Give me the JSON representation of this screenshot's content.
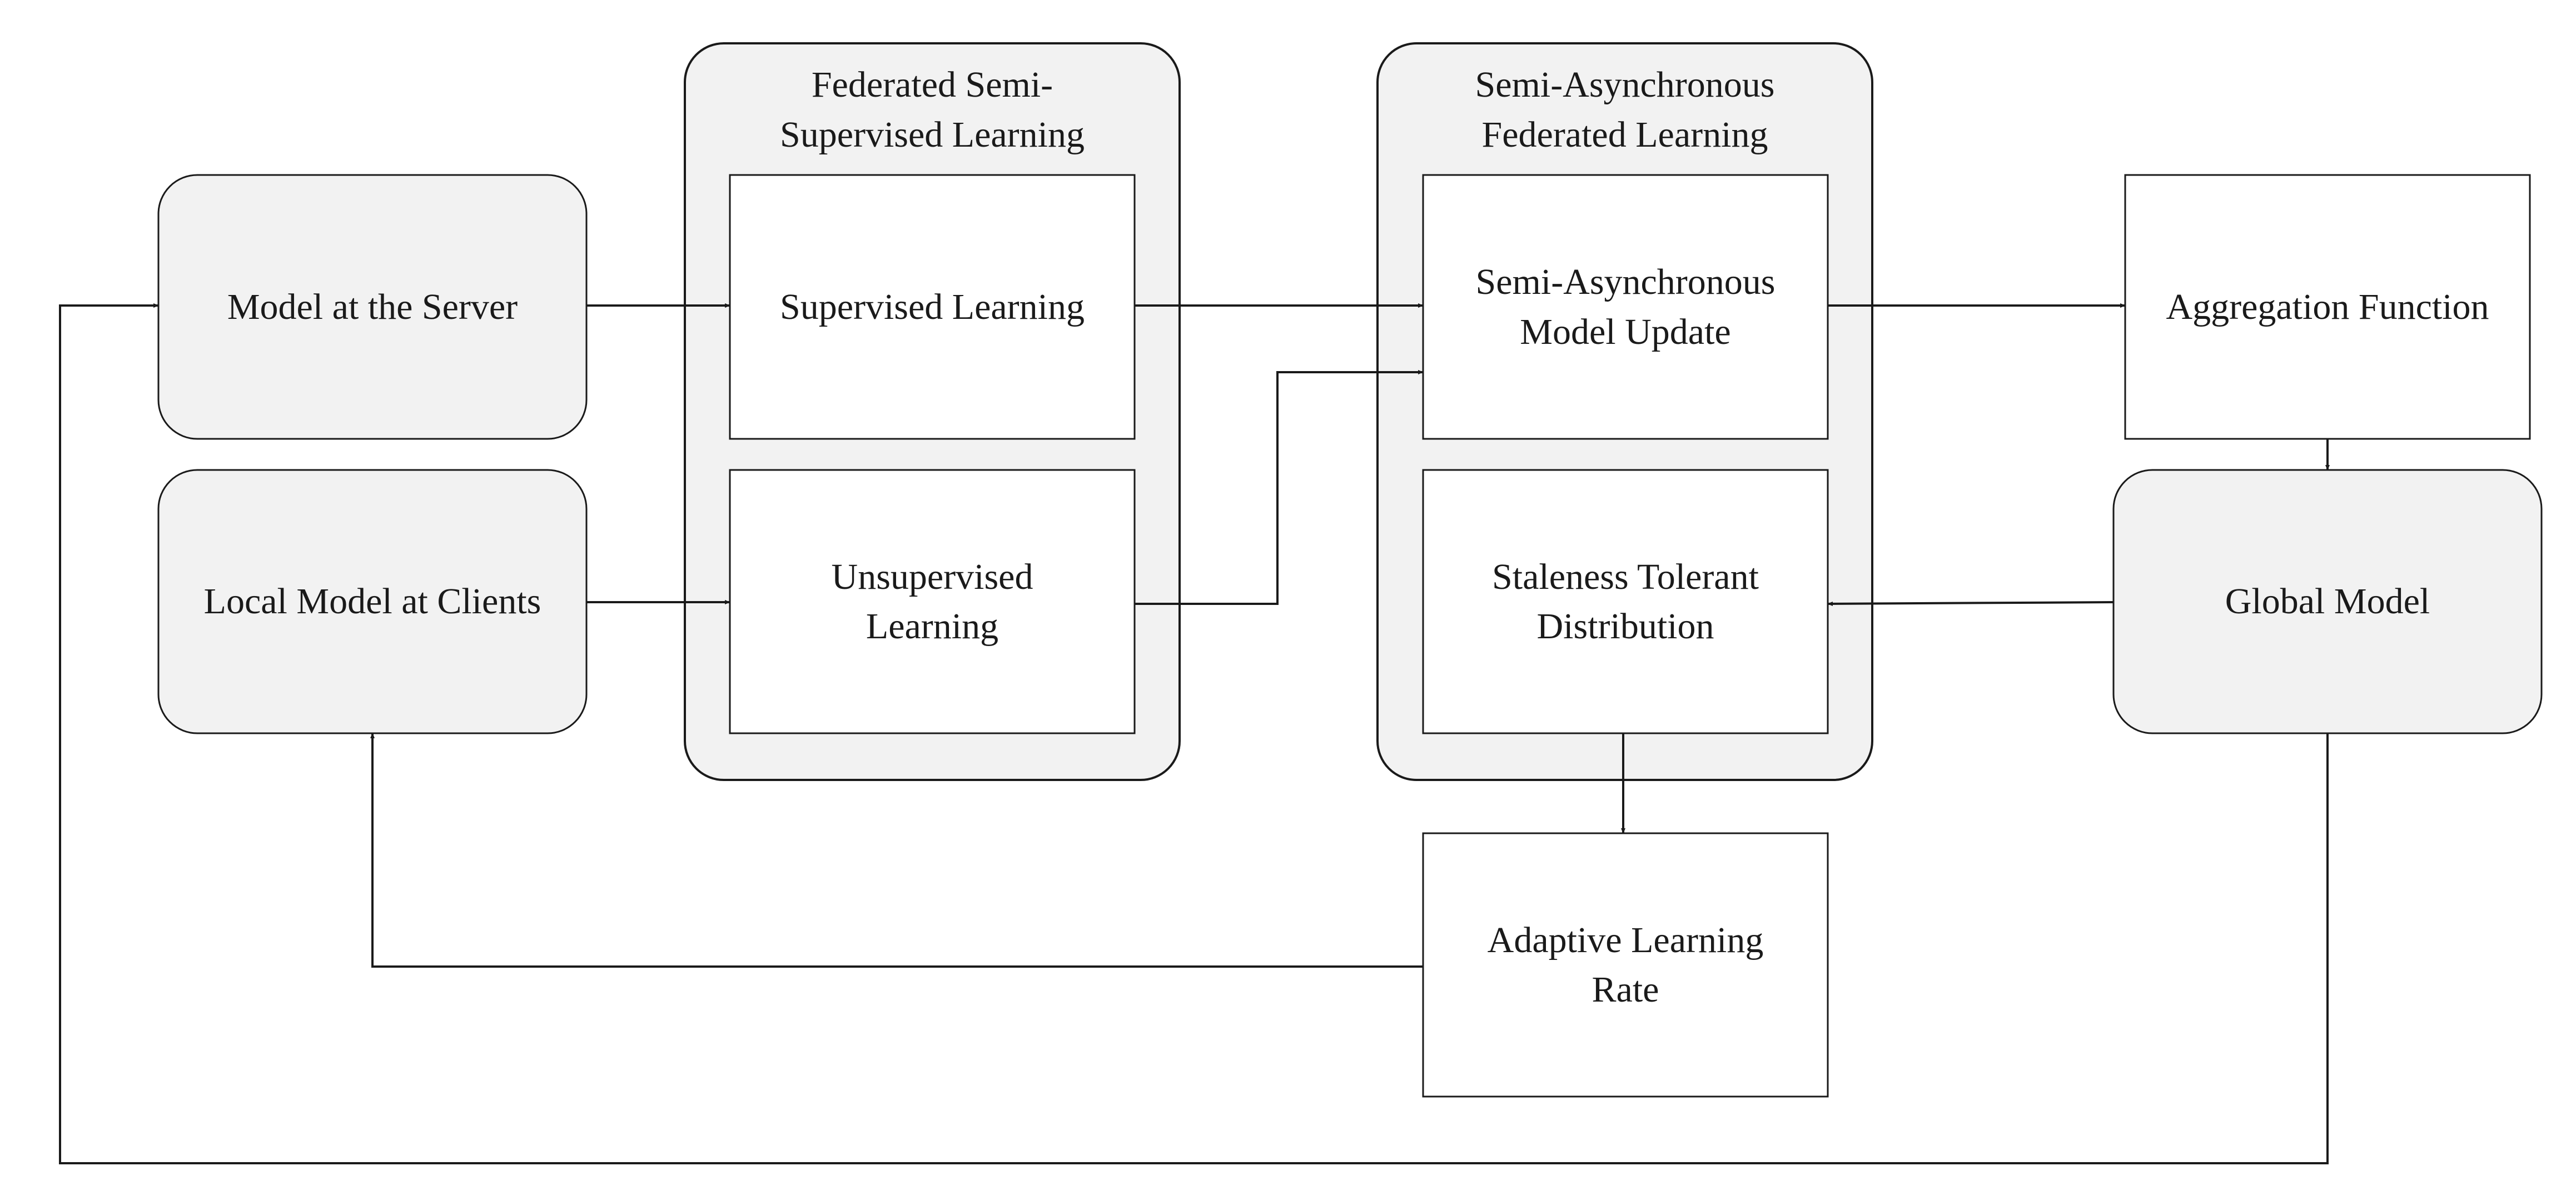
{
  "diagram": {
    "containers": {
      "fssl": {
        "title": "Federated Semi-\nSupervised Learning"
      },
      "safl": {
        "title": "Semi-Asynchronous\nFederated Learning"
      }
    },
    "nodes": {
      "model_server": {
        "label": "Model at the Server"
      },
      "local_model": {
        "label": "Local Model at Clients"
      },
      "supervised": {
        "label": "Supervised Learning"
      },
      "unsupervised": {
        "label": "Unsupervised\nLearning"
      },
      "semi_async_update": {
        "label": "Semi-Asynchronous\nModel Update"
      },
      "staleness": {
        "label": "Staleness Tolerant\nDistribution"
      },
      "adaptive_lr": {
        "label": "Adaptive Learning\nRate"
      },
      "aggregation": {
        "label": "Aggregation Function"
      },
      "global_model": {
        "label": "Global Model"
      }
    },
    "edges": [
      {
        "from": "model_server",
        "to": "supervised"
      },
      {
        "from": "local_model",
        "to": "unsupervised"
      },
      {
        "from": "supervised",
        "to": "semi_async_update"
      },
      {
        "from": "unsupervised",
        "to": "semi_async_update"
      },
      {
        "from": "semi_async_update",
        "to": "aggregation"
      },
      {
        "from": "aggregation",
        "to": "global_model"
      },
      {
        "from": "global_model",
        "to": "staleness"
      },
      {
        "from": "staleness",
        "to": "adaptive_lr"
      },
      {
        "from": "adaptive_lr",
        "to": "local_model"
      },
      {
        "from": "global_model",
        "to": "model_server"
      }
    ],
    "colors": {
      "container_fill": "#f2f2f2",
      "rounded_node_fill": "#f2f2f2",
      "box_fill": "#ffffff",
      "stroke": "#1a1a1a"
    }
  }
}
